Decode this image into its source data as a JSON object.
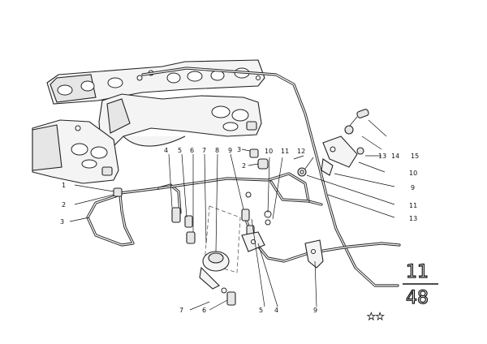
{
  "diagram": {
    "group_number": "11",
    "page_number": "48",
    "stars": "★★",
    "callouts": [
      {
        "id": "c1",
        "label": "1"
      },
      {
        "id": "c2",
        "label": "2"
      },
      {
        "id": "c3",
        "label": "3"
      },
      {
        "id": "c4",
        "label": "4"
      },
      {
        "id": "c5",
        "label": "5"
      },
      {
        "id": "c6",
        "label": "6"
      },
      {
        "id": "c7",
        "label": "7"
      },
      {
        "id": "c8",
        "label": "8"
      },
      {
        "id": "c9",
        "label": "9"
      },
      {
        "id": "c3b",
        "label": "3"
      },
      {
        "id": "c2b",
        "label": "2"
      },
      {
        "id": "c10",
        "label": "10"
      },
      {
        "id": "c11",
        "label": "11"
      },
      {
        "id": "c12",
        "label": "12"
      },
      {
        "id": "c13",
        "label": "13"
      },
      {
        "id": "c14",
        "label": "14"
      },
      {
        "id": "c15",
        "label": "15"
      },
      {
        "id": "c10b",
        "label": "10"
      },
      {
        "id": "c9b",
        "label": "9"
      },
      {
        "id": "c11b",
        "label": "11"
      },
      {
        "id": "c13b",
        "label": "13"
      },
      {
        "id": "c5b",
        "label": "5"
      },
      {
        "id": "c4b",
        "label": "4"
      },
      {
        "id": "c9c",
        "label": "9"
      },
      {
        "id": "c7b",
        "label": "7"
      },
      {
        "id": "c6b",
        "label": "6"
      }
    ]
  }
}
